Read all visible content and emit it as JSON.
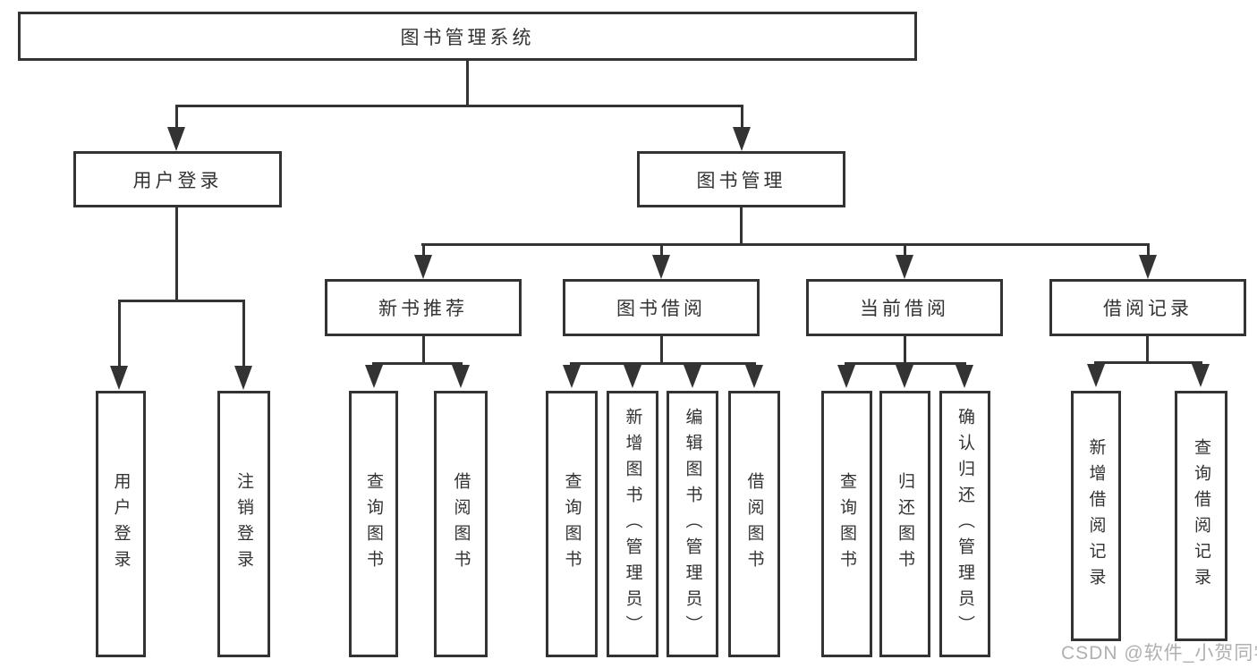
{
  "colors": {
    "background": "#ffffff",
    "line": "#333333",
    "text": "#333333",
    "watermark": "#b0b0b0"
  },
  "diagram": {
    "root": {
      "label": "图书管理系统"
    },
    "level2": [
      {
        "label": "用户登录"
      },
      {
        "label": "图书管理"
      }
    ],
    "level3": [
      {
        "label": "新书推荐"
      },
      {
        "label": "图书借阅"
      },
      {
        "label": "当前借阅"
      },
      {
        "label": "借阅记录"
      }
    ],
    "leaves": {
      "user_login": [
        "用户登录",
        "注销登录"
      ],
      "new_book": [
        "查询图书",
        "借阅图书"
      ],
      "book_borrow": [
        "查询图书",
        "新增图书（管理员）",
        "编辑图书（管理员）",
        "借阅图书"
      ],
      "current_borrow": [
        "查询图书",
        "归还图书",
        "确认归还（管理员）"
      ],
      "borrow_record": [
        "新增借阅记录",
        "查询借阅记录"
      ]
    }
  },
  "watermark": {
    "text": "CSDN @软件_小贺同学"
  }
}
